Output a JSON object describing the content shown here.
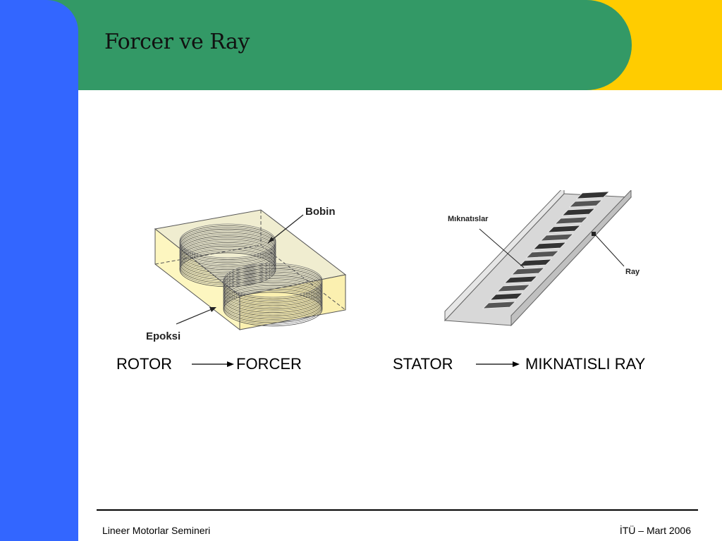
{
  "slide": {
    "title": "Forcer ve Ray",
    "colors": {
      "blue": "#3366ff",
      "green": "#339966",
      "yellow": "#ffcc00"
    }
  },
  "forcer_figure": {
    "label_bobin": "Bobin",
    "label_epoksi": "Epoksi"
  },
  "rail_figure": {
    "label_magnets": "Mıknatıslar",
    "label_ray": "Ray"
  },
  "captions": {
    "rotor": "ROTOR",
    "forcer": "FORCER",
    "stator": "STATOR",
    "magnetic_rail": "MIKNATISLI RAY"
  },
  "footer": {
    "left": "Lineer Motorlar Semineri",
    "right": "İTÜ – Mart 2006"
  }
}
